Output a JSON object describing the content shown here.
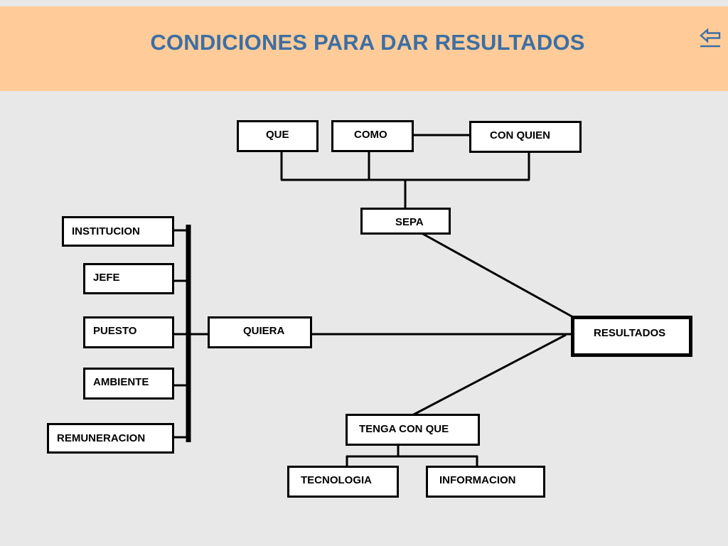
{
  "header": {
    "title": "CONDICIONES PARA DAR RESULTADOS",
    "back_icon": "back-arrow-icon"
  },
  "colors": {
    "header_bg": "#ffcc99",
    "title": "#3d6fa3",
    "canvas_bg": "#e8e8e8",
    "node_border": "#000000",
    "node_bg": "#ffffff"
  },
  "diagram": {
    "nodes": {
      "que": "QUE",
      "como": "COMO",
      "con_quien": "CON QUIEN",
      "sepa": "SEPA",
      "institucion": "INSTITUCION",
      "jefe": "JEFE",
      "puesto": "PUESTO",
      "ambiente": "AMBIENTE",
      "remuneracion": "REMUNERACION",
      "quiera": "QUIERA",
      "resultados": "RESULTADOS",
      "tenga_con_que": "TENGA CON QUE",
      "tecnologia": "TECNOLOGIA",
      "informacion": "INFORMACION"
    },
    "edges": [
      [
        "que",
        "sepa"
      ],
      [
        "como",
        "sepa"
      ],
      [
        "con_quien",
        "sepa"
      ],
      [
        "como",
        "con_quien"
      ],
      [
        "sepa",
        "resultados"
      ],
      [
        "institucion",
        "quiera"
      ],
      [
        "jefe",
        "quiera"
      ],
      [
        "puesto",
        "quiera"
      ],
      [
        "ambiente",
        "quiera"
      ],
      [
        "remuneracion",
        "quiera"
      ],
      [
        "quiera",
        "resultados"
      ],
      [
        "tenga_con_que",
        "resultados"
      ],
      [
        "tenga_con_que",
        "tecnologia"
      ],
      [
        "tenga_con_que",
        "informacion"
      ]
    ]
  }
}
